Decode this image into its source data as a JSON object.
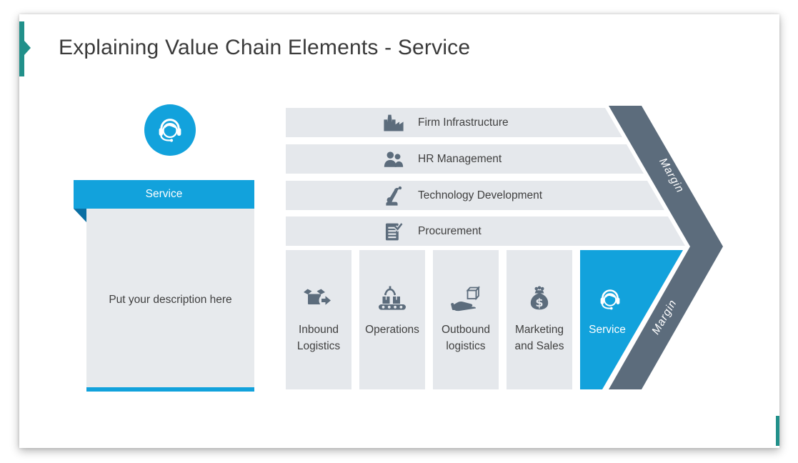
{
  "slide": {
    "title": "Explaining Value Chain Elements - Service"
  },
  "description_panel": {
    "header": "Service",
    "body": "Put your description here",
    "icon": "headset-person-icon"
  },
  "value_chain": {
    "support_activities": [
      {
        "label": "Firm Infrastructure",
        "icon": "factory-icon"
      },
      {
        "label": "HR Management",
        "icon": "people-icon"
      },
      {
        "label": "Technology Development",
        "icon": "robot-arm-icon"
      },
      {
        "label": "Procurement",
        "icon": "checklist-icon"
      }
    ],
    "primary_activities": [
      {
        "label": "Inbound Logistics",
        "line1": "Inbound",
        "line2": "Logistics",
        "icon": "open-box-arrow-icon",
        "highlighted": false
      },
      {
        "label": "Operations",
        "line1": "Operations",
        "line2": "",
        "icon": "conveyor-icon",
        "highlighted": false
      },
      {
        "label": "Outbound logistics",
        "line1": "Outbound",
        "line2": "logistics",
        "icon": "hand-box-icon",
        "highlighted": false
      },
      {
        "label": "Marketing and Sales",
        "line1": "Marketing",
        "line2": "and Sales",
        "icon": "money-bag-icon",
        "highlighted": false
      },
      {
        "label": "Service",
        "line1": "Service",
        "line2": "",
        "icon": "headset-person-icon",
        "highlighted": true
      }
    ],
    "margin_label_top": "Margin",
    "margin_label_bottom": "Margin"
  },
  "colors": {
    "accent_blue": "#12A2DC",
    "accent_blue_dark": "#0A6FA3",
    "slate": "#5C6C7C",
    "light_gray": "#E5E8EC",
    "teal": "#21908A",
    "title_text": "#3A3A3A",
    "body_text": "#404040"
  }
}
